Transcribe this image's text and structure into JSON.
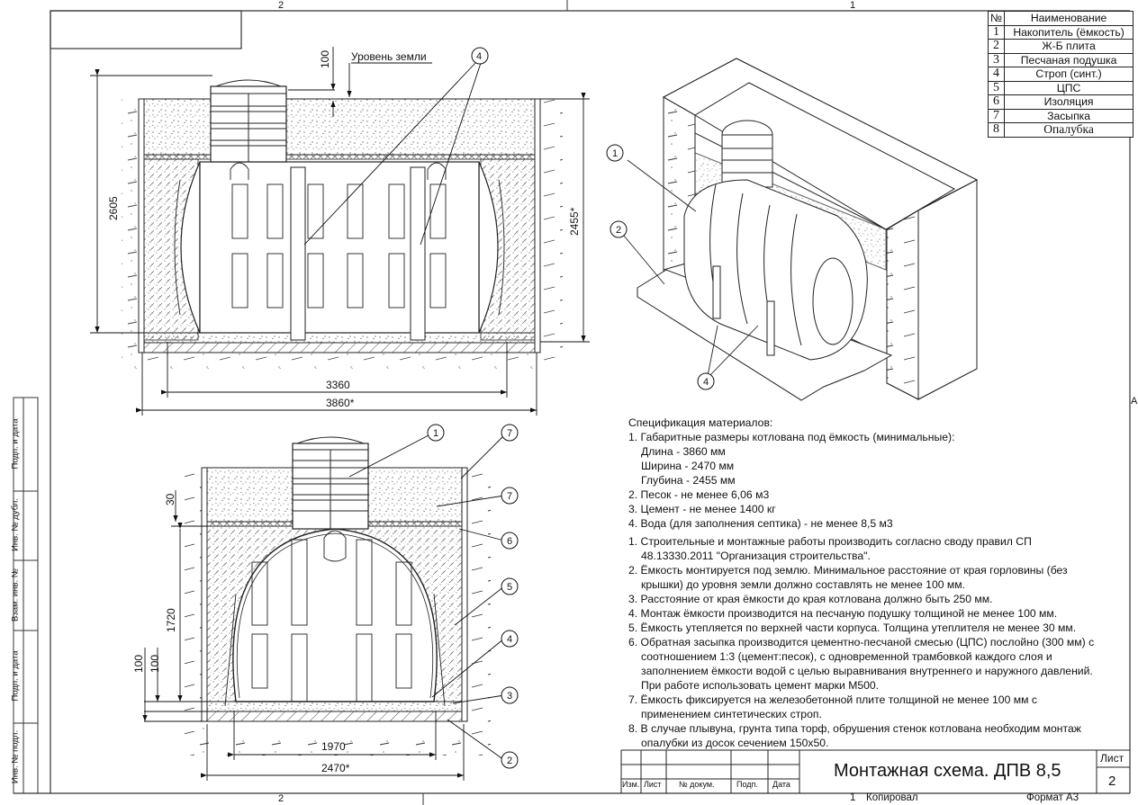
{
  "frame": {
    "zone_top_left": "2",
    "zone_top_right": "1",
    "zone_bottom_left": "2",
    "zone_bottom_right": "1",
    "zone_side_right": "A"
  },
  "side_stamp": [
    "Подп. и дата",
    "Инв. № дубл.",
    "Взам. инв. №",
    "Подп. и дата",
    "Инв. № подл."
  ],
  "bom": {
    "headers": [
      "№",
      "Наименование"
    ],
    "rows": [
      {
        "n": "1",
        "name": "Накопитель (ёмкость)"
      },
      {
        "n": "2",
        "name": "Ж-Б плита"
      },
      {
        "n": "3",
        "name": "Песчаная подушка"
      },
      {
        "n": "4",
        "name": "Строп (синт.)"
      },
      {
        "n": "5",
        "name": "ЦПС"
      },
      {
        "n": "6",
        "name": "Изоляция"
      },
      {
        "n": "7",
        "name": "Засыпка"
      },
      {
        "n": "8",
        "name": "Опалубка"
      }
    ]
  },
  "front_view": {
    "ground_level_label": "Уровень земли",
    "dim_top": "100",
    "dim_height_total": "2605",
    "dim_pit_depth": "2455*",
    "dim_tank_length": "3360",
    "dim_pit_length": "3860*",
    "callout": "4"
  },
  "section_view": {
    "dim_insulation": "30",
    "dim_tank_height": "1720",
    "dim_sand": "100",
    "dim_slab": "100",
    "dim_tank_width": "1970",
    "dim_pit_width": "2470*",
    "callouts": [
      "1",
      "7",
      "7",
      "6",
      "5",
      "4",
      "3",
      "2"
    ]
  },
  "iso_view": {
    "callouts": [
      "1",
      "2",
      "4"
    ]
  },
  "spec": {
    "title": "Спецификация материалов:",
    "item1": "1. Габаритные размеры котлована под ёмкость (минимальные):",
    "item1_sub": [
      "Длина - 3860 мм",
      "Ширина - 2470 мм",
      "Глубина - 2455 мм"
    ],
    "item2": "2. Песок - не менее 6,06 м3",
    "item3": "3. Цемент - не менее 1400 кг",
    "item4": "4. Вода (для заполнения септика) - не менее 8,5 м3"
  },
  "notes": [
    [
      "1. Строительные и монтажные работы производить согласно своду правил СП",
      "48.13330.2011 \"Организация строительства\"."
    ],
    [
      "2. Ёмкость монтируется под землю. Минимальное расстояние от края горловины (без",
      "крышки) до уровня земли должно составлять не менее 100 мм."
    ],
    [
      "3. Расстояние от края ёмкости до края котлована должно быть 250 мм."
    ],
    [
      "4. Монтаж ёмкости производится на песчаную подушку толщиной не менее 100 мм."
    ],
    [
      "5. Ёмкость утепляется по верхней части корпуса. Толщина утеплителя не менее 30 мм."
    ],
    [
      "6. Обратная засыпка производится цементно-песчаной смесью (ЦПС) послойно (300 мм) с",
      "соотношением 1:3 (цемент:песок), с одновременной трамбовкой каждого слоя и",
      "заполнением ёмкости водой с целью выравнивания внутреннего и наружного давлений.",
      "При работе использовать цемент марки М500."
    ],
    [
      "7. Ёмкость фиксируется  на железобетонной плите толщиной не менее 100 мм с",
      "применением синтетических строп."
    ],
    [
      "8. В случае плывуна, грунта типа торф, обрушения стенок котлована необходим монтаж",
      "опалубки из досок сечением 150х50."
    ]
  ],
  "title_block": {
    "cols": [
      "Изм.",
      "Лист",
      "№ докум.",
      "Подп.",
      "Дата"
    ],
    "title": "Монтажная схема. ДПВ 8,5",
    "sheet_label": "Лист",
    "sheet_number": "2",
    "copied": "Копировал",
    "format": "Формат А3"
  }
}
